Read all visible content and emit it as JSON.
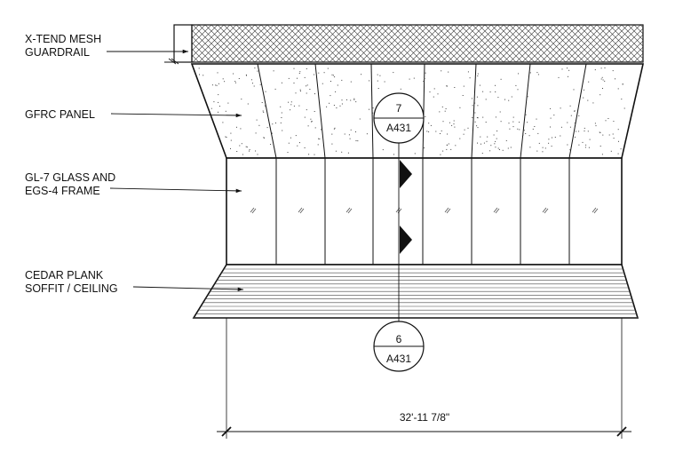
{
  "callouts": [
    {
      "line1": "X-TEND MESH",
      "line2": "GUARDRAIL"
    },
    {
      "line1": "GFRC PANEL",
      "line2": ""
    },
    {
      "line1": "GL-7 GLASS AND",
      "line2": "EGS-4 FRAME"
    },
    {
      "line1": "CEDAR PLANK",
      "line2": "SOFFIT / CEILING"
    }
  ],
  "section_tags": [
    {
      "number": "7",
      "sheet": "A431"
    },
    {
      "number": "6",
      "sheet": "A431"
    }
  ],
  "dimension": {
    "text": "32'-11 7/8\""
  },
  "colors": {
    "line": "#111111",
    "background": "#ffffff"
  }
}
